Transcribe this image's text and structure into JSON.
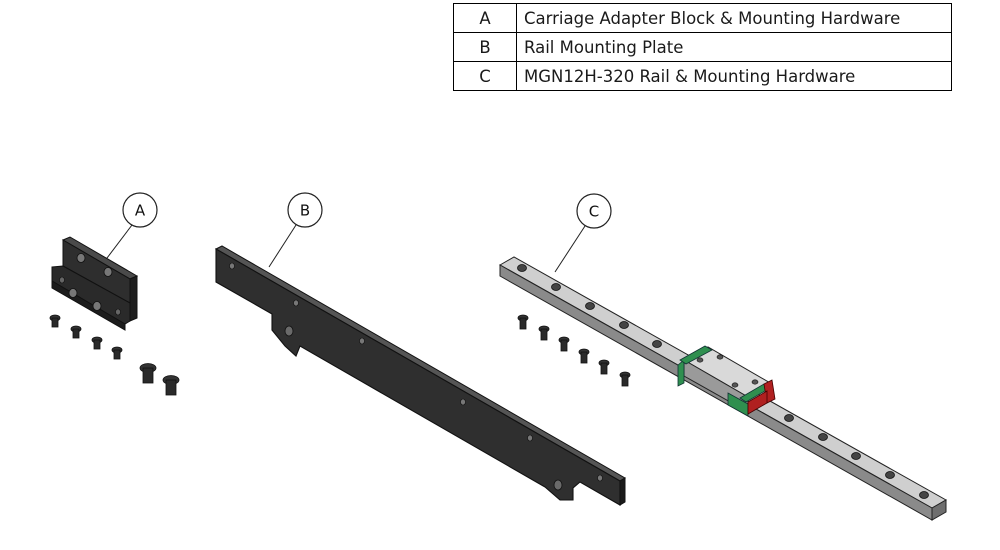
{
  "bom": {
    "rows": [
      {
        "key": "A",
        "label": "Carriage Adapter Block & Mounting Hardware"
      },
      {
        "key": "B",
        "label": "Rail Mounting Plate"
      },
      {
        "key": "C",
        "label": "MGN12H-320 Rail & Mounting Hardware"
      }
    ]
  },
  "balloons": {
    "a": "A",
    "b": "B",
    "c": "C"
  },
  "colors": {
    "part_dark": "#2e2e2e",
    "rail": "#c8c8c8",
    "carriage_green": "#2f8f4f",
    "seal_red": "#b02020"
  }
}
